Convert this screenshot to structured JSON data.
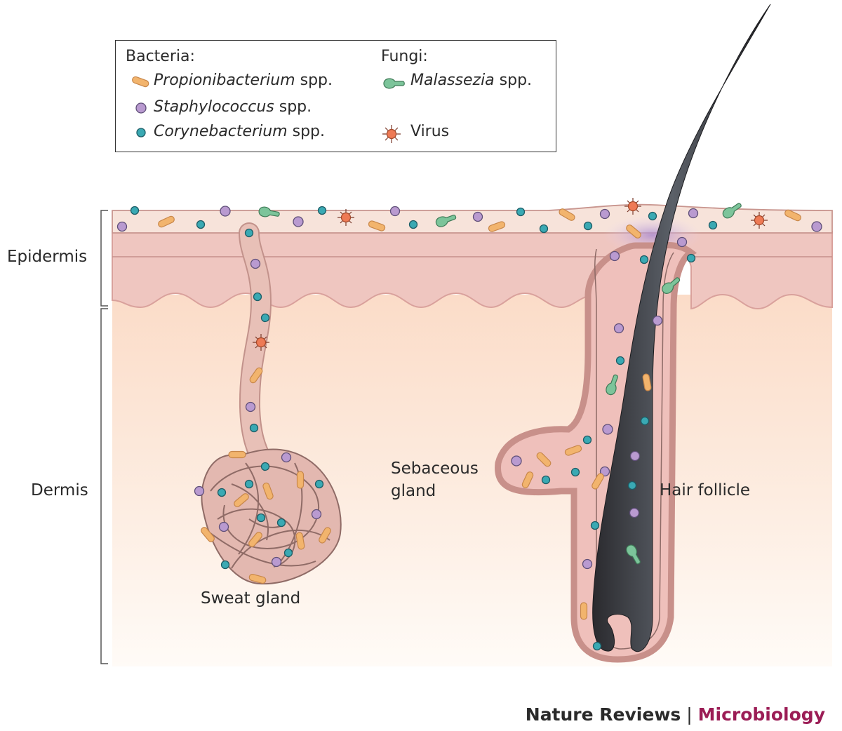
{
  "legend": {
    "bacteria_heading": "Bacteria:",
    "fungi_heading": "Fungi:",
    "items": [
      {
        "genus": "Propionibacterium",
        "suffix": " spp.",
        "icon": "rod-icon",
        "color": "#f2b46d"
      },
      {
        "genus": "Staphylococcus",
        "suffix": " spp.",
        "icon": "coccus-icon",
        "color": "#b99ad0"
      },
      {
        "genus": "Corynebacterium",
        "suffix": " spp.",
        "icon": "coryne-icon",
        "color": "#3aa9b3"
      },
      {
        "genus": "Malassezia",
        "suffix": " spp.",
        "icon": "yeast-icon",
        "color": "#7cc49a"
      },
      {
        "genus": "",
        "suffix": "Virus",
        "icon": "virus-icon",
        "color": "#ee7a55"
      }
    ]
  },
  "labels": {
    "epidermis": "Epidermis",
    "dermis": "Dermis",
    "sweat_gland": "Sweat gland",
    "sebaceous_line1": "Sebaceous",
    "sebaceous_line2": "gland",
    "hair_follicle": "Hair follicle"
  },
  "credit": {
    "journal": "Nature Reviews",
    "separator": " | ",
    "subject": "Microbiology"
  },
  "colors": {
    "stratum_corneum": "#f6ddd4",
    "epidermis": "#efc5c0",
    "epidermis_edge": "#d99a96",
    "dermis_top": "#fbe1cf",
    "dermis_bottom": "#fffaf5",
    "hair": "#2e2e33"
  }
}
